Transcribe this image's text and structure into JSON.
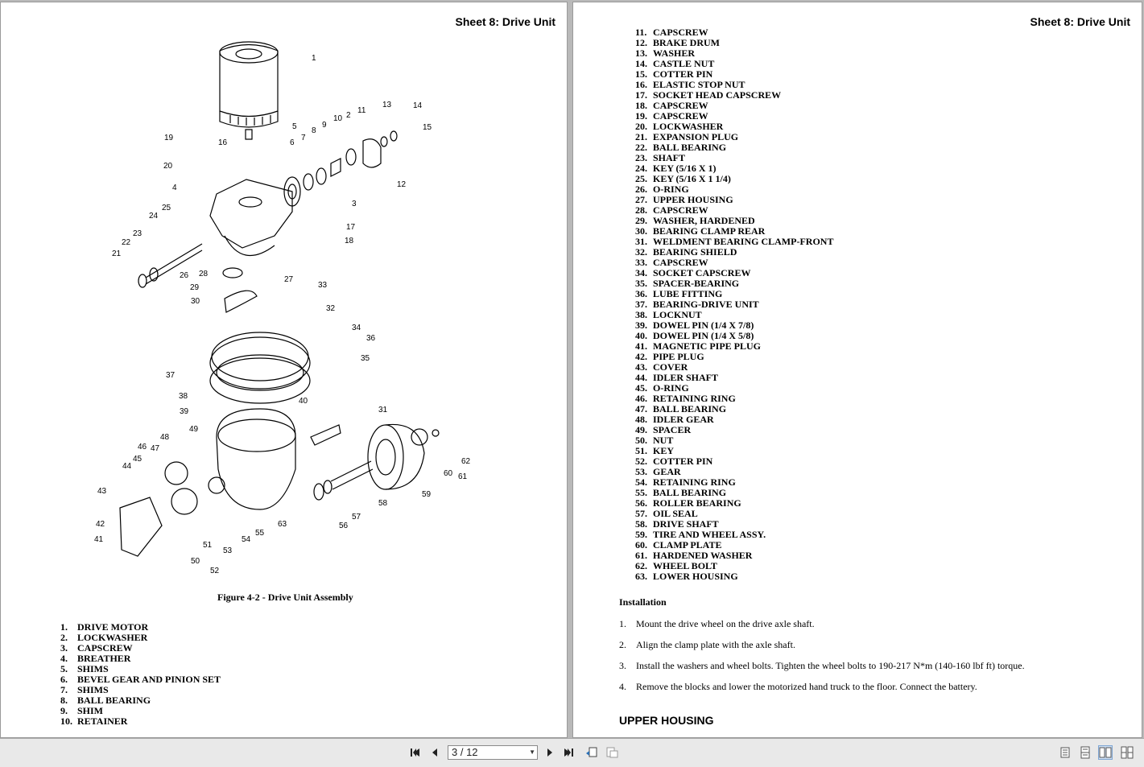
{
  "left_page": {
    "sheet_title": "Sheet 8: Drive Unit",
    "figure_caption": "Figure 4-2 - Drive Unit Assembly",
    "figure_callouts": [
      "1",
      "2",
      "3",
      "4",
      "5",
      "6",
      "7",
      "8",
      "9",
      "10",
      "11",
      "12",
      "13",
      "14",
      "15",
      "16",
      "17",
      "18",
      "19",
      "20",
      "21",
      "22",
      "23",
      "24",
      "25",
      "26",
      "27",
      "28",
      "29",
      "30",
      "31",
      "32",
      "33",
      "34",
      "35",
      "36",
      "37",
      "38",
      "39",
      "40",
      "41",
      "42",
      "43",
      "44",
      "45",
      "46",
      "47",
      "48",
      "49",
      "50",
      "51",
      "52",
      "53",
      "54",
      "55",
      "56",
      "57",
      "58",
      "59",
      "60",
      "61",
      "62",
      "63"
    ],
    "parts": [
      {
        "num": "1.",
        "name": "DRIVE MOTOR"
      },
      {
        "num": "2.",
        "name": "LOCKWASHER"
      },
      {
        "num": "3.",
        "name": "CAPSCREW"
      },
      {
        "num": "4.",
        "name": "BREATHER"
      },
      {
        "num": "5.",
        "name": "SHIMS"
      },
      {
        "num": "6.",
        "name": "BEVEL GEAR AND PINION SET"
      },
      {
        "num": "7.",
        "name": "SHIMS"
      },
      {
        "num": "8.",
        "name": "BALL BEARING"
      },
      {
        "num": "9.",
        "name": "SHIM"
      },
      {
        "num": "10.",
        "name": "RETAINER"
      }
    ]
  },
  "right_page": {
    "sheet_title": "Sheet 8: Drive Unit",
    "parts": [
      {
        "num": "11.",
        "name": "CAPSCREW"
      },
      {
        "num": "12.",
        "name": "BRAKE DRUM"
      },
      {
        "num": "13.",
        "name": "WASHER"
      },
      {
        "num": "14.",
        "name": "CASTLE NUT"
      },
      {
        "num": "15.",
        "name": "COTTER PIN"
      },
      {
        "num": "16.",
        "name": "ELASTIC STOP NUT"
      },
      {
        "num": "17.",
        "name": "SOCKET HEAD CAPSCREW"
      },
      {
        "num": "18.",
        "name": "CAPSCREW"
      },
      {
        "num": "19.",
        "name": "CAPSCREW"
      },
      {
        "num": "20.",
        "name": "LOCKWASHER"
      },
      {
        "num": "21.",
        "name": "EXPANSION PLUG"
      },
      {
        "num": "22.",
        "name": "BALL BEARING"
      },
      {
        "num": "23.",
        "name": "SHAFT"
      },
      {
        "num": "24.",
        "name": "KEY (5/16 X 1)"
      },
      {
        "num": "25.",
        "name": "KEY (5/16 X 1 1/4)"
      },
      {
        "num": "26.",
        "name": "O-RING"
      },
      {
        "num": "27.",
        "name": "UPPER HOUSING"
      },
      {
        "num": "28.",
        "name": "CAPSCREW"
      },
      {
        "num": "29.",
        "name": "WASHER, HARDENED"
      },
      {
        "num": "30.",
        "name": "BEARING CLAMP REAR"
      },
      {
        "num": "31.",
        "name": "WELDMENT BEARING CLAMP-FRONT"
      },
      {
        "num": "32.",
        "name": "BEARING SHIELD"
      },
      {
        "num": "33.",
        "name": "CAPSCREW"
      },
      {
        "num": "34.",
        "name": "SOCKET CAPSCREW"
      },
      {
        "num": "35.",
        "name": "SPACER-BEARING"
      },
      {
        "num": "36.",
        "name": "LUBE FITTING"
      },
      {
        "num": "37.",
        "name": "BEARING-DRIVE UNIT"
      },
      {
        "num": "38.",
        "name": "LOCKNUT"
      },
      {
        "num": "39.",
        "name": "DOWEL PIN (1/4 X 7/8)"
      },
      {
        "num": "40.",
        "name": "DOWEL PIN (1/4 X 5/8)"
      },
      {
        "num": "41.",
        "name": "MAGNETIC PIPE PLUG"
      },
      {
        "num": "42.",
        "name": "PIPE PLUG"
      },
      {
        "num": "43.",
        "name": "COVER"
      },
      {
        "num": "44.",
        "name": "IDLER SHAFT"
      },
      {
        "num": "45.",
        "name": "O-RING"
      },
      {
        "num": "46.",
        "name": "RETAINING RING"
      },
      {
        "num": "47.",
        "name": "BALL BEARING"
      },
      {
        "num": "48.",
        "name": "IDLER GEAR"
      },
      {
        "num": "49.",
        "name": "SPACER"
      },
      {
        "num": "50.",
        "name": "NUT"
      },
      {
        "num": "51.",
        "name": "KEY"
      },
      {
        "num": "52.",
        "name": "COTTER PIN"
      },
      {
        "num": "53.",
        "name": "GEAR"
      },
      {
        "num": "54.",
        "name": "RETAINING RING"
      },
      {
        "num": "55.",
        "name": "BALL BEARING"
      },
      {
        "num": "56.",
        "name": "ROLLER BEARING"
      },
      {
        "num": "57.",
        "name": "OIL SEAL"
      },
      {
        "num": "58.",
        "name": "DRIVE SHAFT"
      },
      {
        "num": "59.",
        "name": "TIRE AND WHEEL ASSY."
      },
      {
        "num": "60.",
        "name": "CLAMP PLATE"
      },
      {
        "num": "61.",
        "name": "HARDENED WASHER"
      },
      {
        "num": "62.",
        "name": "WHEEL BOLT"
      },
      {
        "num": "63.",
        "name": "LOWER HOUSING"
      }
    ],
    "installation_heading": "Installation",
    "installation_steps": [
      {
        "num": "1.",
        "text": "Mount the drive wheel on the drive axle shaft."
      },
      {
        "num": "2.",
        "text": "Align the clamp plate with the axle shaft."
      },
      {
        "num": "3.",
        "text": "Install the washers and wheel bolts. Tighten the wheel bolts to 190-217 N*m (140-160 lbf ft) torque."
      },
      {
        "num": "4.",
        "text": "Remove the blocks and lower the motorized hand truck to the floor. Connect the battery."
      }
    ],
    "next_section_heading": "UPPER HOUSING"
  },
  "toolbar": {
    "page_indicator": "3 / 12",
    "icons": [
      "first-page-icon",
      "previous-page-icon",
      "page-select-dropdown",
      "next-page-icon",
      "last-page-icon",
      "previous-view-icon",
      "next-view-icon",
      "single-page-icon",
      "continuous-icon",
      "facing-pages-icon",
      "continuous-facing-icon"
    ]
  }
}
